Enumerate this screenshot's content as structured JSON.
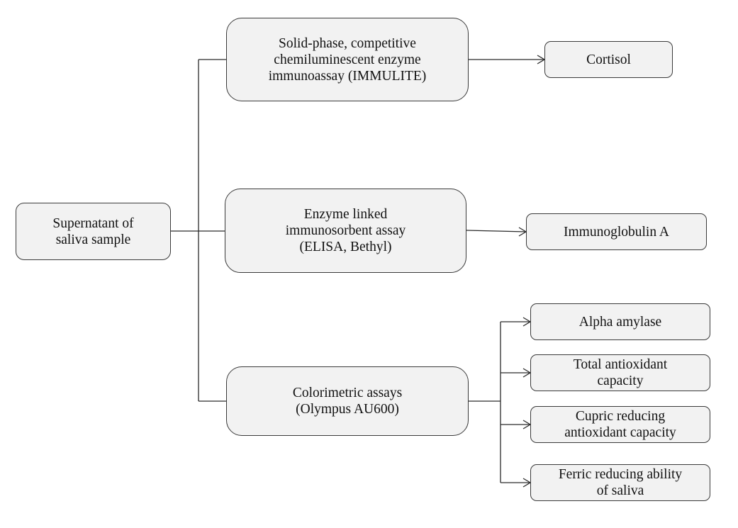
{
  "source": {
    "label": "Supernatant of\nsaliva sample"
  },
  "methods": [
    {
      "label": "Solid-phase, competitive\nchemiluminescent enzyme\nimmunoassay (IMMULITE)",
      "targets": [
        "Cortisol"
      ]
    },
    {
      "label": "Enzyme linked\nimmunosorbent assay\n(ELISA, Bethyl)",
      "targets": [
        "Immunoglobulin A"
      ]
    },
    {
      "label": "Colorimetric assays\n(Olympus AU600)",
      "targets": [
        "Alpha amylase",
        "Total antioxidant\ncapacity",
        "Cupric reducing\nantioxidant capacity",
        "Ferric reducing ability\nof saliva"
      ]
    }
  ],
  "colors": {
    "box_fill": "#f2f2f2",
    "box_border": "#3a3a3a",
    "line": "#2a2a2a"
  }
}
